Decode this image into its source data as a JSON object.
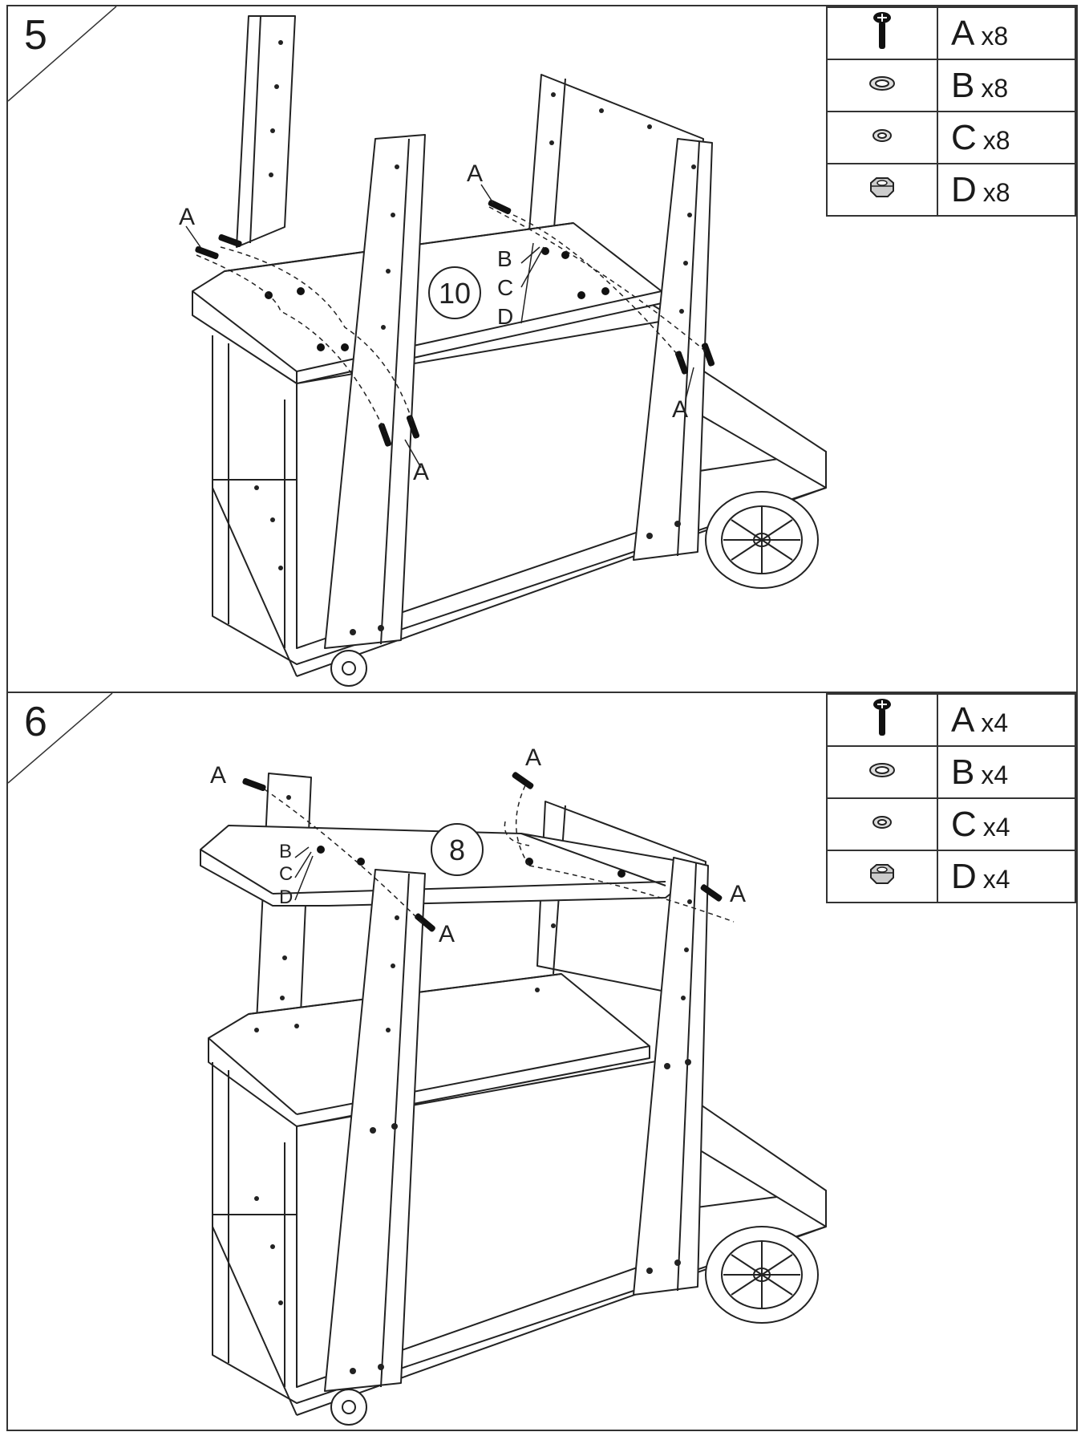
{
  "steps": [
    {
      "number": "5",
      "board_number": "10",
      "callouts": {
        "a": "A",
        "b": "B",
        "c": "C",
        "d": "D"
      },
      "parts": [
        {
          "letter": "A",
          "qty": "x8",
          "icon": "screw-icon"
        },
        {
          "letter": "B",
          "qty": "x8",
          "icon": "flat-washer-icon"
        },
        {
          "letter": "C",
          "qty": "x8",
          "icon": "spring-washer-icon"
        },
        {
          "letter": "D",
          "qty": "x8",
          "icon": "hex-nut-icon"
        }
      ]
    },
    {
      "number": "6",
      "board_number": "8",
      "callouts": {
        "a": "A",
        "b": "B",
        "c": "C",
        "d": "D"
      },
      "parts": [
        {
          "letter": "A",
          "qty": "x4",
          "icon": "screw-icon"
        },
        {
          "letter": "B",
          "qty": "x4",
          "icon": "flat-washer-icon"
        },
        {
          "letter": "C",
          "qty": "x4",
          "icon": "spring-washer-icon"
        },
        {
          "letter": "D",
          "qty": "x4",
          "icon": "hex-nut-icon"
        }
      ]
    }
  ]
}
